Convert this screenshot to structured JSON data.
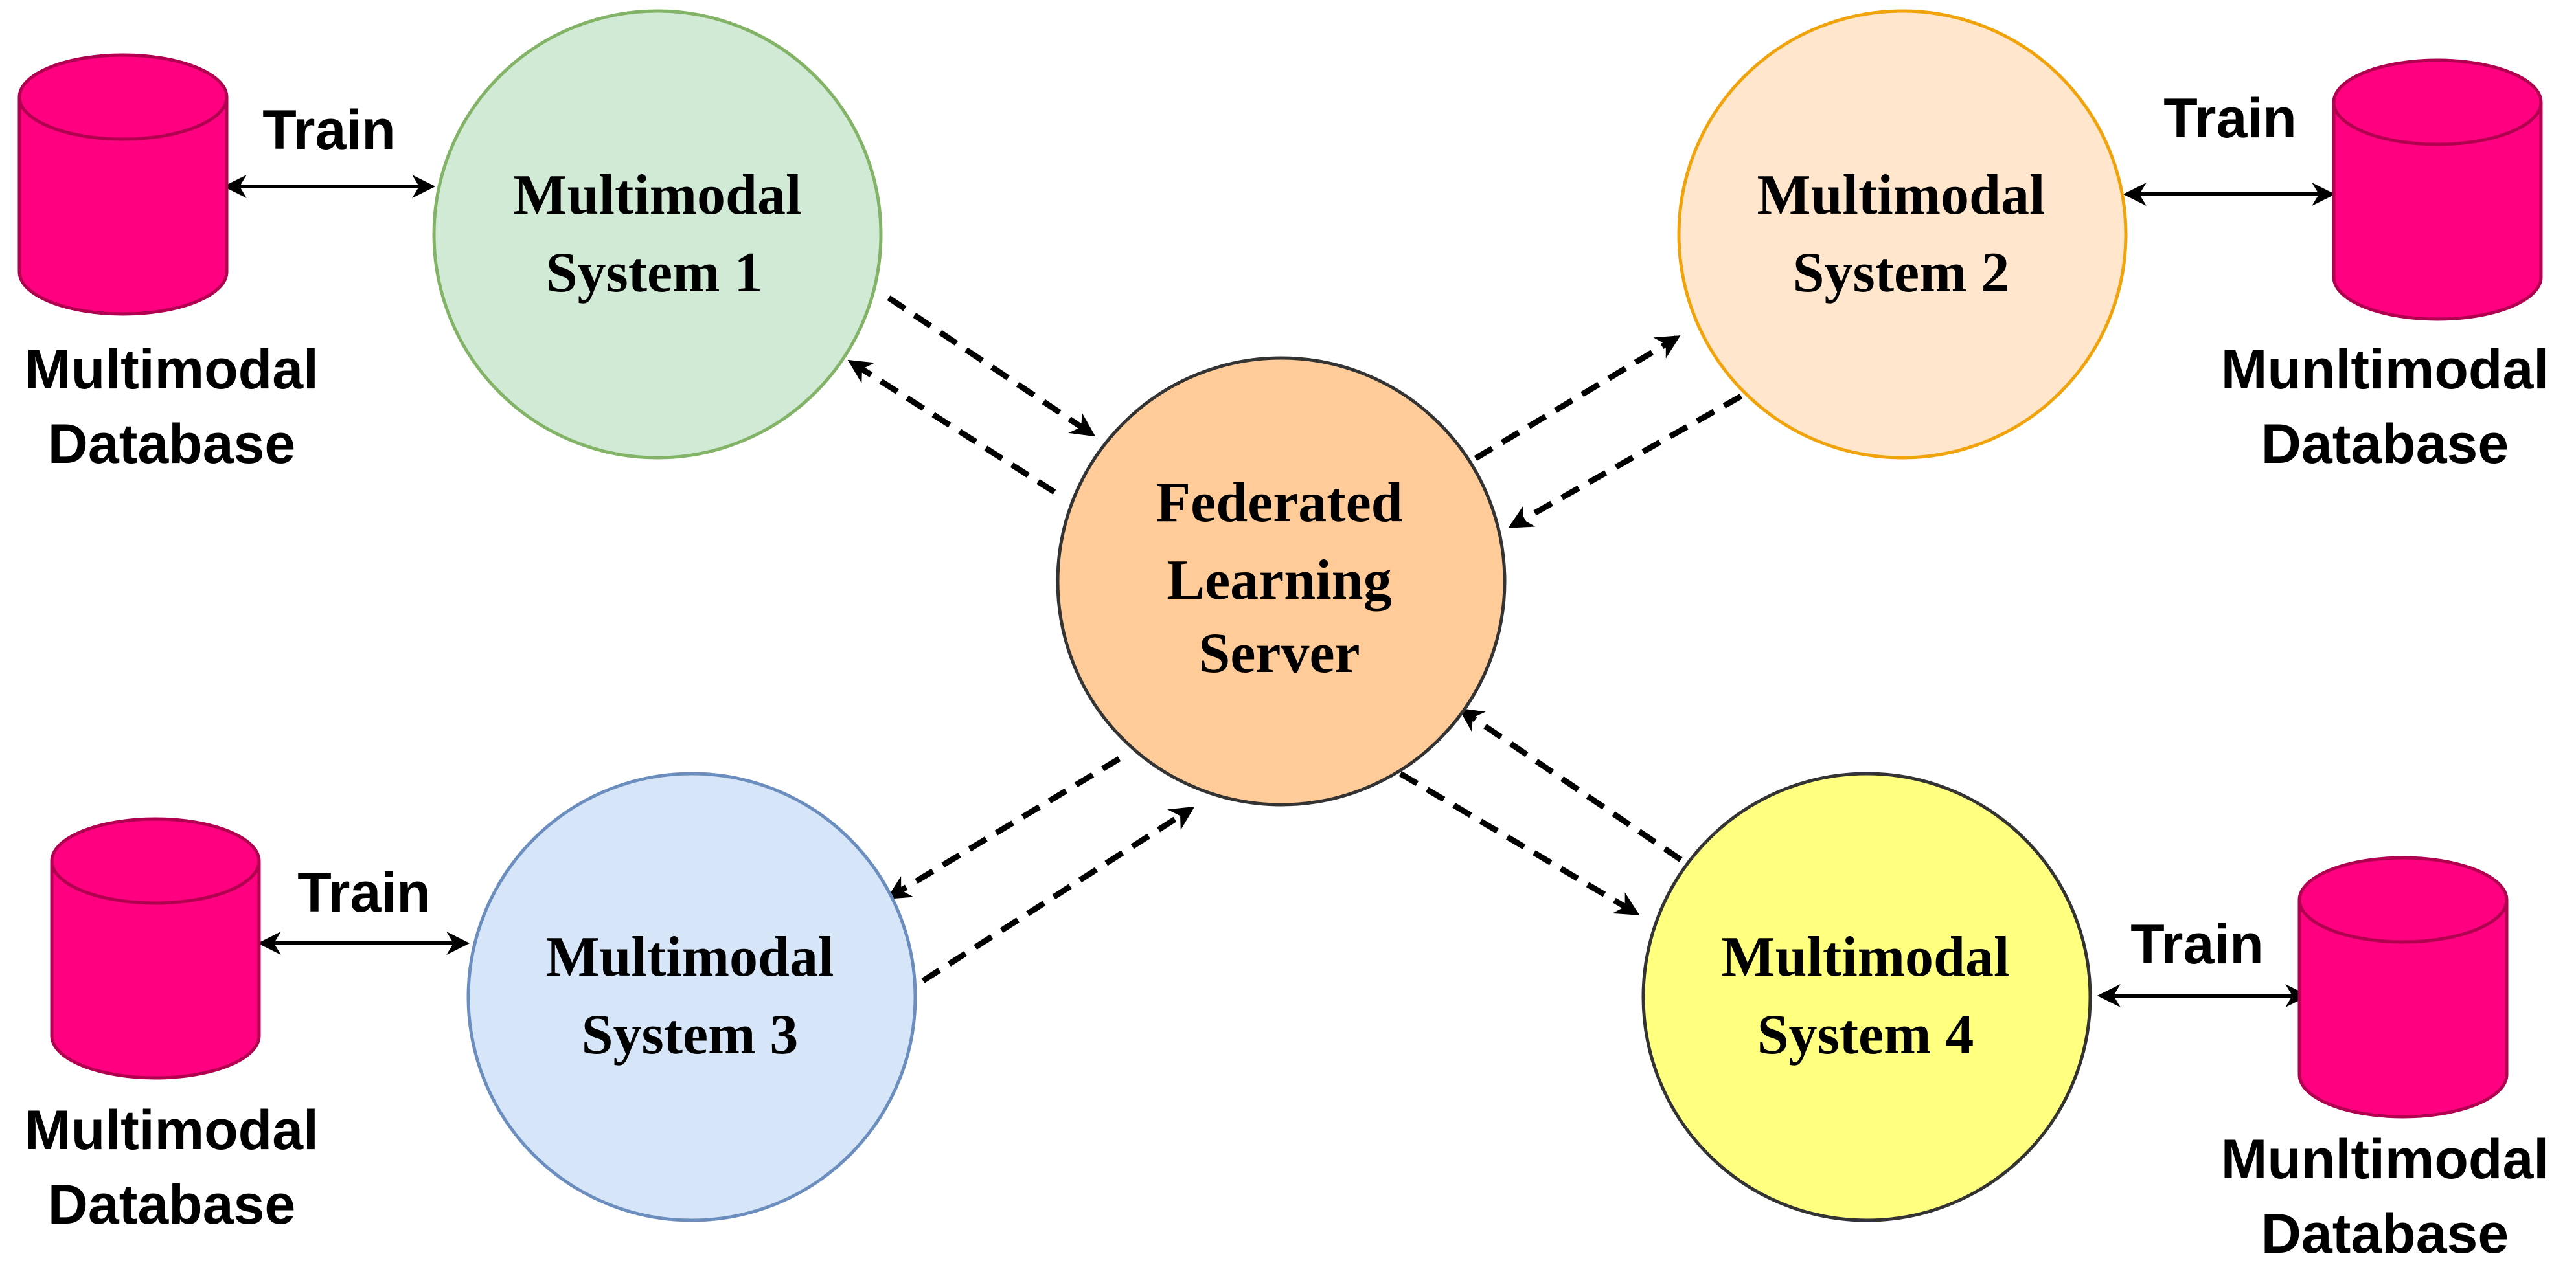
{
  "server": {
    "lines": [
      "Federated",
      "Learning",
      "Server"
    ],
    "fill": "#FFCC99",
    "stroke": "#333333"
  },
  "systems": [
    {
      "id": "system-1",
      "lines": [
        "Multimodal",
        "System 1"
      ],
      "fill": "#D1EAD5",
      "stroke": "#82B366"
    },
    {
      "id": "system-2",
      "lines": [
        "Multimodal",
        "System 2"
      ],
      "fill": "#FFE6CC",
      "stroke": "#F0A30A"
    },
    {
      "id": "system-3",
      "lines": [
        "Multimodal",
        "System 3"
      ],
      "fill": "#D6E6F8",
      "stroke": "#6C8EBF"
    },
    {
      "id": "system-4",
      "lines": [
        "Multimodal",
        "System 4"
      ],
      "fill": "#FFFF80",
      "stroke": "#333333"
    }
  ],
  "databases": [
    {
      "id": "database-1",
      "lines": [
        "Multimodal",
        "Database"
      ],
      "train_label": "Train"
    },
    {
      "id": "database-2",
      "lines": [
        "Munltimodal",
        "Database"
      ],
      "train_label": "Train"
    },
    {
      "id": "database-3",
      "lines": [
        "Multimodal",
        "Database"
      ],
      "train_label": "Train"
    },
    {
      "id": "database-4",
      "lines": [
        "Munltimodal",
        "Database"
      ],
      "train_label": "Train"
    }
  ],
  "colors": {
    "database_fill": "#FF0080",
    "database_stroke": "#B0004F",
    "arrow": "#000000"
  }
}
